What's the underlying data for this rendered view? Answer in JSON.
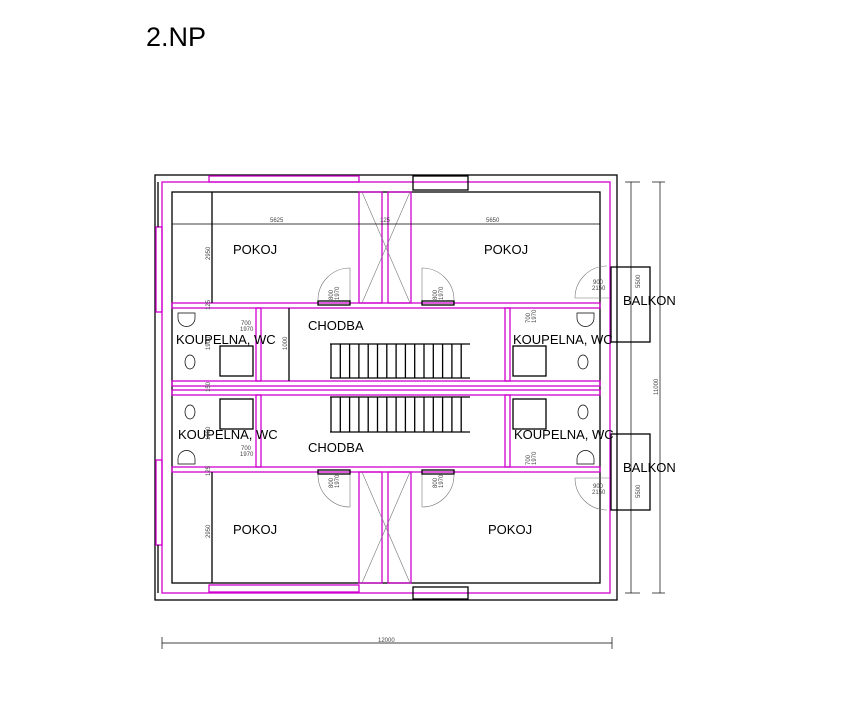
{
  "title": "2.NP",
  "rooms": {
    "pokoj_tl": "POKOJ",
    "pokoj_tr": "POKOJ",
    "pokoj_bl": "POKOJ",
    "pokoj_br": "POKOJ",
    "chodba_top": "CHODBA",
    "chodba_bottom": "CHODBA",
    "koupelna_tl": "KOUPELNA, WC",
    "koupelna_tr": "KOUPELNA, WC",
    "koupelna_bl": "KOUPELNA, WC",
    "koupelna_br": "KOUPELNA, WC",
    "balkon_top": "BALKON",
    "balkon_bottom": "BALKON"
  },
  "dimensions": {
    "width_left_room": "5625",
    "width_right_room": "5650",
    "shaft": "125",
    "room_depth_top": "2950",
    "room_depth_bottom": "2950",
    "corridor": "1000",
    "bath_height_top": "1900",
    "bath_height_bottom": "1900",
    "wall_125_a": "125",
    "wall_125_b": "125",
    "wall_150": "150",
    "door_room_w": "800",
    "door_room_h": "1970",
    "door_bath_w": "700",
    "door_bath_h": "1970",
    "door_balcony_w": "900",
    "door_balcony_h": "2150",
    "balcony_top": "5500",
    "balcony_bottom": "5500",
    "total_height": "11000",
    "total_width": "12000"
  }
}
